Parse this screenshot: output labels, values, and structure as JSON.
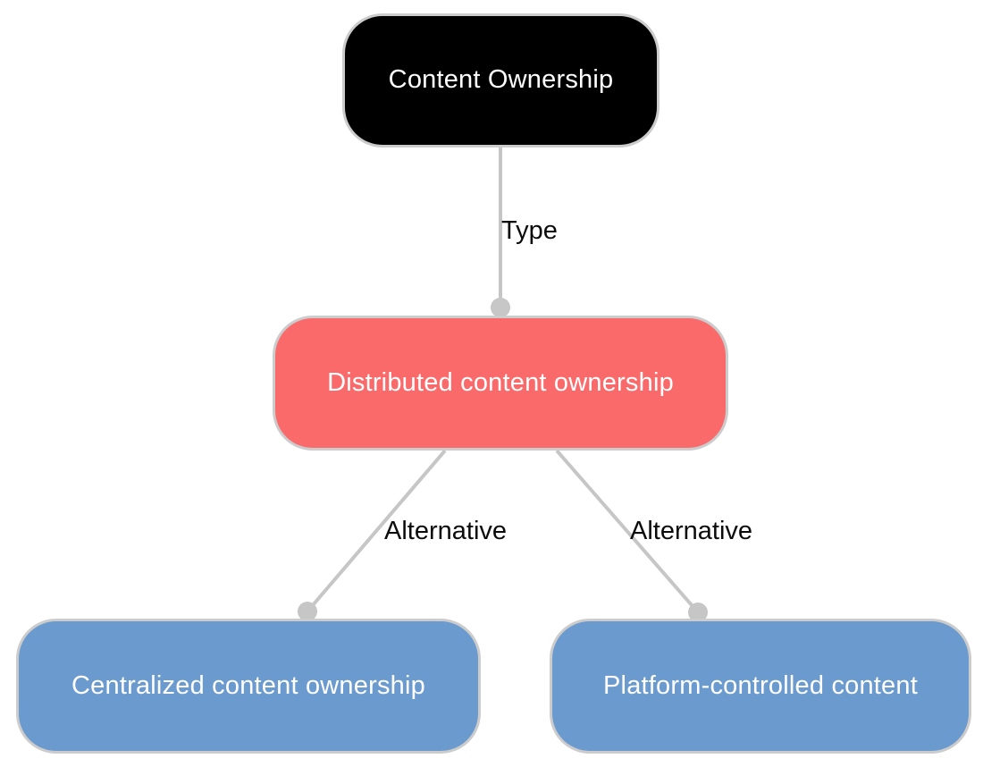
{
  "diagram": {
    "background_color": "#ffffff",
    "edge_color": "#c6c6c6",
    "edge_dot_color": "#c6c6c6",
    "node_border_color": "#cccccc",
    "node_text_color": "#ffffff",
    "nodes": {
      "root": {
        "label": "Content Ownership",
        "color": "#000000"
      },
      "distributed": {
        "label": "Distributed content ownership",
        "color": "#fa6a6a"
      },
      "centralized": {
        "label": "Centralized content ownership",
        "color": "#6a9ace"
      },
      "platform": {
        "label": "Platform-controlled content",
        "color": "#6a9ace"
      }
    },
    "edges": [
      {
        "from": "Content Ownership",
        "to": "Distributed content ownership",
        "label": "Type"
      },
      {
        "from": "Distributed content ownership",
        "to": "Centralized content ownership",
        "label": "Alternative"
      },
      {
        "from": "Distributed content ownership",
        "to": "Platform-controlled content",
        "label": "Alternative"
      }
    ]
  }
}
